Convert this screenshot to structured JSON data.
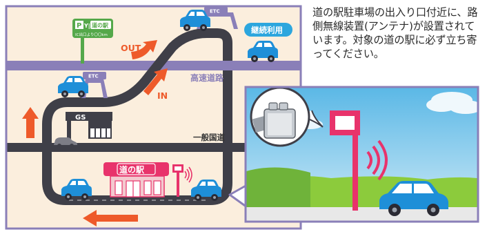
{
  "labels": {
    "service_area_sign": "道の駅",
    "sign_sub": "IC出口より〇〇km",
    "etc_gate": "ETC",
    "out_arrow": "OUT",
    "in_arrow": "IN",
    "continue_badge": "継続利用",
    "expressway": "高速道路",
    "general_road": "一般国道",
    "gas_station": "GS",
    "michinoeki_banner": "道の駅"
  },
  "description": "道の駅駐車場の出入り口付近に、路側無線装置(アンテナ)が設置されています。対象の道の駅に必ず立ち寄ってください。",
  "colors": {
    "frame": "#8a7fb8",
    "road": "#3f3f48",
    "map_bg": "#fbeedd",
    "arrow": "#ee5a2a",
    "car": "#1e8fd8",
    "badge": "#2ca6de",
    "sign_green": "#55a84a",
    "antenna_red": "#e8336b",
    "sky": "#6fc3ea",
    "grass": "#8ccb3c"
  }
}
